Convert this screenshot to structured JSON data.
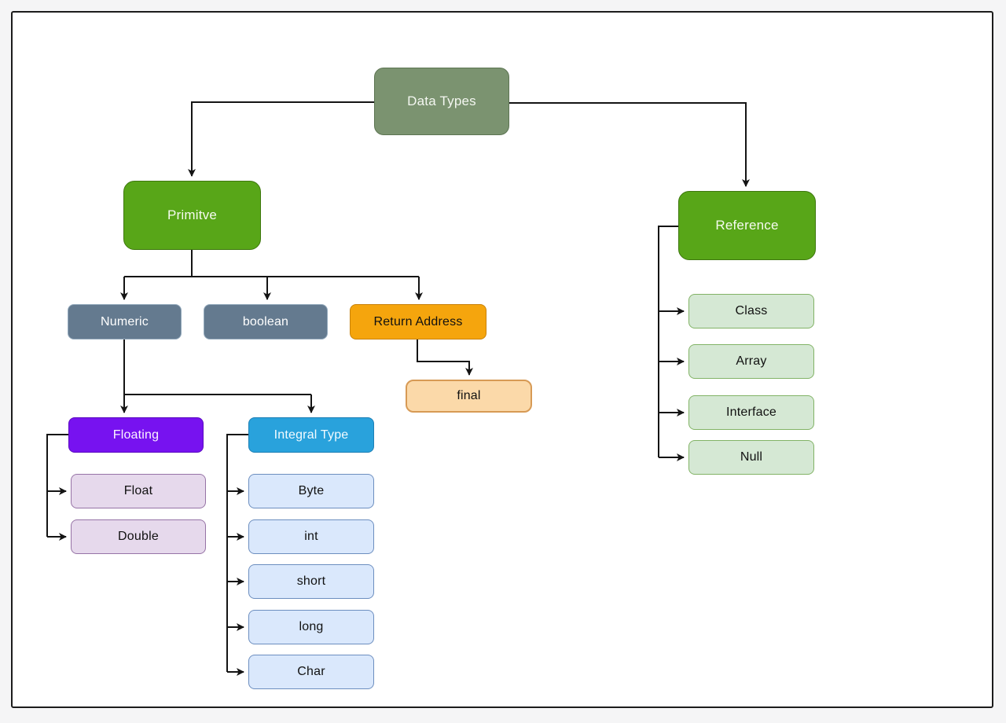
{
  "diagram": {
    "description": "Flowchart of Java data types hierarchy inside a black-bordered white panel",
    "nodes": {
      "data_types": {
        "label": "Data Types",
        "color": "#7b9370",
        "text_color": "#ffffff"
      },
      "primitve": {
        "label": "Primitve",
        "color": "#58a618",
        "text_color": "#ffffff"
      },
      "reference": {
        "label": "Reference",
        "color": "#58a618",
        "text_color": "#ffffff"
      },
      "numeric": {
        "label": "Numeric",
        "color": "#647a8f",
        "text_color": "#ffffff"
      },
      "boolean": {
        "label": "boolean",
        "color": "#647a8f",
        "text_color": "#ffffff"
      },
      "return_address": {
        "label": "Return Address",
        "color": "#f5a50d",
        "text_color": "#111111"
      },
      "final": {
        "label": "final",
        "color": "#fbd9a9",
        "text_color": "#111111"
      },
      "floating": {
        "label": "Floating",
        "color": "#7712f0",
        "text_color": "#ffffff"
      },
      "integral_type": {
        "label": "Integral Type",
        "color": "#29a2dc",
        "text_color": "#ffffff"
      },
      "float": {
        "label": "Float",
        "color": "#e6d9ec",
        "text_color": "#111111"
      },
      "double": {
        "label": "Double",
        "color": "#e6d9ec",
        "text_color": "#111111"
      },
      "byte": {
        "label": "Byte",
        "color": "#dae8fc",
        "text_color": "#111111"
      },
      "int": {
        "label": "int",
        "color": "#dae8fc",
        "text_color": "#111111"
      },
      "short": {
        "label": "short",
        "color": "#dae8fc",
        "text_color": "#111111"
      },
      "long": {
        "label": "long",
        "color": "#dae8fc",
        "text_color": "#111111"
      },
      "char": {
        "label": "Char",
        "color": "#dae8fc",
        "text_color": "#111111"
      },
      "class": {
        "label": "Class",
        "color": "#d5e8d4",
        "text_color": "#111111"
      },
      "array": {
        "label": "Array",
        "color": "#d5e8d4",
        "text_color": "#111111"
      },
      "interface": {
        "label": "Interface",
        "color": "#d5e8d4",
        "text_color": "#111111"
      },
      "null": {
        "label": "Null",
        "color": "#d5e8d4",
        "text_color": "#111111"
      }
    },
    "edges": [
      {
        "from": "data_types",
        "to": "primitve"
      },
      {
        "from": "data_types",
        "to": "reference"
      },
      {
        "from": "primitve",
        "to": "numeric"
      },
      {
        "from": "primitve",
        "to": "boolean"
      },
      {
        "from": "primitve",
        "to": "return_address"
      },
      {
        "from": "return_address",
        "to": "final"
      },
      {
        "from": "numeric",
        "to": "floating"
      },
      {
        "from": "numeric",
        "to": "integral_type"
      },
      {
        "from": "floating",
        "to": "float"
      },
      {
        "from": "floating",
        "to": "double"
      },
      {
        "from": "integral_type",
        "to": "byte"
      },
      {
        "from": "integral_type",
        "to": "int"
      },
      {
        "from": "integral_type",
        "to": "short"
      },
      {
        "from": "integral_type",
        "to": "long"
      },
      {
        "from": "integral_type",
        "to": "char"
      },
      {
        "from": "reference",
        "to": "class"
      },
      {
        "from": "reference",
        "to": "array"
      },
      {
        "from": "reference",
        "to": "interface"
      },
      {
        "from": "reference",
        "to": "null"
      }
    ],
    "colors": {
      "canvas_background": "#f5f5f6",
      "panel_background": "#ffffff",
      "panel_border": "#1c1c1c",
      "connector": "#141414"
    }
  }
}
